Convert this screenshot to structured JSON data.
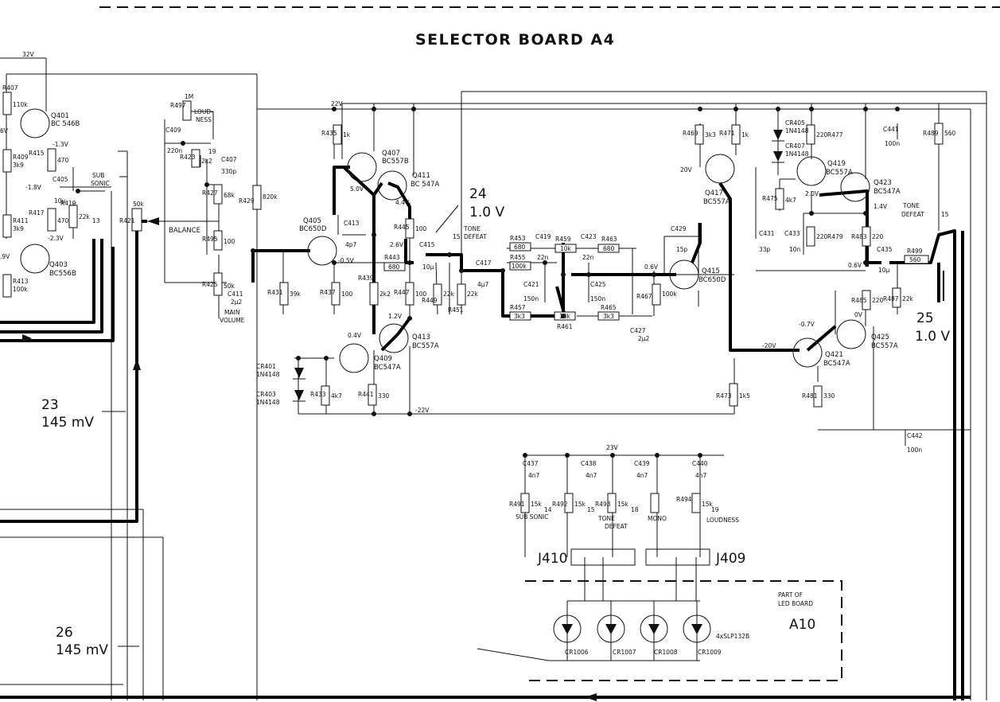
{
  "title": "SELECTOR BOARD A4",
  "measurements": [
    {
      "id": "m24",
      "num": "24",
      "val": "1.0 V"
    },
    {
      "id": "m25",
      "num": "25",
      "val": "1.0 V"
    },
    {
      "id": "m23",
      "num": "23",
      "val": "145 mV"
    },
    {
      "id": "m26",
      "num": "26",
      "val": "145 mV"
    }
  ],
  "resistors": [
    {
      "ref": "R407",
      "val": "110k"
    },
    {
      "ref": "R409",
      "val": "3k9"
    },
    {
      "ref": "R411",
      "val": "3k9"
    },
    {
      "ref": "R413",
      "val": "100k"
    },
    {
      "ref": "R415",
      "val": "470"
    },
    {
      "ref": "R417",
      "val": "470"
    },
    {
      "ref": "R419",
      "val": "22k"
    },
    {
      "ref": "R421",
      "val": "50k"
    },
    {
      "ref": "R497",
      "val": "1M"
    },
    {
      "ref": "R423",
      "val": "2k2"
    },
    {
      "ref": "R427",
      "val": "68k"
    },
    {
      "ref": "R429",
      "val": "820k"
    },
    {
      "ref": "R495",
      "val": "100"
    },
    {
      "ref": "R425",
      "val": "50k"
    },
    {
      "ref": "R431",
      "val": "39k"
    },
    {
      "ref": "R435",
      "val": "1k"
    },
    {
      "ref": "R437",
      "val": "100"
    },
    {
      "ref": "R439",
      "val": "2k2"
    },
    {
      "ref": "R443",
      "val": "680"
    },
    {
      "ref": "R445",
      "val": "100"
    },
    {
      "ref": "R447",
      "val": "100"
    },
    {
      "ref": "R449",
      "val": "22k"
    },
    {
      "ref": "R451",
      "val": "22k"
    },
    {
      "ref": "R433",
      "val": "4k7"
    },
    {
      "ref": "R441",
      "val": "330"
    },
    {
      "ref": "R453",
      "val": "680"
    },
    {
      "ref": "R455",
      "val": "100k"
    },
    {
      "ref": "R459",
      "val": "10k"
    },
    {
      "ref": "R463",
      "val": "680"
    },
    {
      "ref": "R457",
      "val": "3k3"
    },
    {
      "ref": "R461",
      "val": "10k"
    },
    {
      "ref": "R465",
      "val": "3k3"
    },
    {
      "ref": "R467",
      "val": "100k"
    },
    {
      "ref": "R469",
      "val": "3k3"
    },
    {
      "ref": "R471",
      "val": "1k"
    },
    {
      "ref": "R473",
      "val": "1k5"
    },
    {
      "ref": "R475",
      "val": "4k7"
    },
    {
      "ref": "R477",
      "val": "220"
    },
    {
      "ref": "R479",
      "val": "220"
    },
    {
      "ref": "R483",
      "val": "220"
    },
    {
      "ref": "R485",
      "val": "220"
    },
    {
      "ref": "R487",
      "val": "22k"
    },
    {
      "ref": "R489",
      "val": "560"
    },
    {
      "ref": "R499",
      "val": "560"
    },
    {
      "ref": "R481",
      "val": "330"
    },
    {
      "ref": "R491",
      "val": "15k"
    },
    {
      "ref": "R492",
      "val": "15k"
    },
    {
      "ref": "R493",
      "val": "15k"
    },
    {
      "ref": "R494",
      "val": "15k"
    }
  ],
  "capacitors": [
    {
      "ref": "C405",
      "val": "10µ"
    },
    {
      "ref": "C409",
      "val": "220n"
    },
    {
      "ref": "C407",
      "val": "330p"
    },
    {
      "ref": "C411",
      "val": "2µ2"
    },
    {
      "ref": "C413",
      "val": "4p7"
    },
    {
      "ref": "C415",
      "val": "10µ"
    },
    {
      "ref": "C417",
      "val": "4µ7"
    },
    {
      "ref": "C419",
      "val": "22n"
    },
    {
      "ref": "C421",
      "val": "150n"
    },
    {
      "ref": "C423",
      "val": "22n"
    },
    {
      "ref": "C425",
      "val": "150n"
    },
    {
      "ref": "C427",
      "val": "2µ2"
    },
    {
      "ref": "C429",
      "val": "15p"
    },
    {
      "ref": "C431",
      "val": "33p"
    },
    {
      "ref": "C433",
      "val": "10n"
    },
    {
      "ref": "C435",
      "val": "10µ"
    },
    {
      "ref": "C441",
      "val": "100n"
    },
    {
      "ref": "C442",
      "val": "100n"
    },
    {
      "ref": "C437",
      "val": "4n7"
    },
    {
      "ref": "C438",
      "val": "4n7"
    },
    {
      "ref": "C439",
      "val": "4n7"
    },
    {
      "ref": "C440",
      "val": "4n7"
    }
  ],
  "transistors": [
    {
      "ref": "Q401",
      "type": "BC 546B"
    },
    {
      "ref": "Q403",
      "type": "BC556B"
    },
    {
      "ref": "Q405",
      "type": "BC650D"
    },
    {
      "ref": "Q407",
      "type": "BC557B"
    },
    {
      "ref": "Q409",
      "type": "BC547A"
    },
    {
      "ref": "Q411",
      "type": "BC 547A"
    },
    {
      "ref": "Q413",
      "type": "BC557A"
    },
    {
      "ref": "Q415",
      "type": "BC650D"
    },
    {
      "ref": "Q417",
      "type": "BC557A"
    },
    {
      "ref": "Q419",
      "type": "BC557A"
    },
    {
      "ref": "Q421",
      "type": "BC547A"
    },
    {
      "ref": "Q423",
      "type": "BC547A"
    },
    {
      "ref": "Q425",
      "type": "BC557A"
    }
  ],
  "diodes": [
    {
      "ref": "CR401",
      "type": "1N4148"
    },
    {
      "ref": "CR403",
      "type": "1N4148"
    },
    {
      "ref": "CR405",
      "type": "1N4148"
    },
    {
      "ref": "CR407",
      "type": "1N4148"
    }
  ],
  "leds": [
    "CR1006",
    "CR1007",
    "CR1008",
    "CR1009"
  ],
  "led_type": "4xSLP132B",
  "voltages": [
    "32V",
    "-1.3V",
    "-1.8V",
    "-2.3V",
    "22V",
    "5.0V",
    "4.4V",
    "2.6V",
    "-0.5V",
    "0.4V",
    "1.2V",
    "-22V",
    "23V",
    "20V",
    "2.0V",
    "1.4V",
    "0.6V",
    "0.6V",
    "-0.7V",
    "0V",
    "-20V",
    "6V",
    ".9V"
  ],
  "labels": {
    "loudness_top": "LOUD-",
    "loudness_top2": "NESS",
    "sub_sonic": "SUB",
    "sub_sonic2": "SONIC",
    "balance": "BALANCE",
    "main_volume": "MAIN",
    "main_volume2": "VOLUME",
    "tone_defeat_a": "TONE",
    "tone_defeat_a2": "DEFEAT",
    "tone_defeat_b": "TONE",
    "tone_defeat_b2": "DEFEAT",
    "sw_sub_sonic": "SUB SONIC",
    "sw_tone": "TONE",
    "sw_defeat": "DEFEAT",
    "sw_mono": "MONO",
    "sw_loudness": "LOUDNESS",
    "part_of": "PART OF",
    "led_board": "LED BOARD",
    "a10": "A10",
    "j410": "J410",
    "j409": "J409",
    "sw_nums": [
      "14",
      "15",
      "18",
      "19"
    ],
    "pin_13": "13",
    "pin_19": "19",
    "pin_15a": "15",
    "pin_15b": "15"
  }
}
